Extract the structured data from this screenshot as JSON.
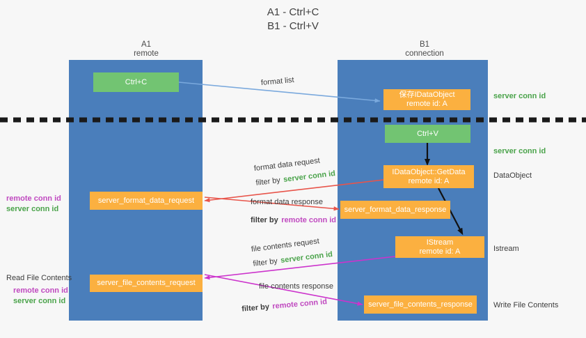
{
  "title": {
    "line1": "A1 - Ctrl+C",
    "line2": "B1 - Ctrl+V"
  },
  "colors": {
    "lane": "#4a7ebb",
    "box_orange": "#fbb040",
    "box_green": "#72c472",
    "server_conn_id": "#4aa34a",
    "remote_conn_id": "#c04ac0",
    "arrow_blue": "#7aa9dd",
    "arrow_red": "#e8544a",
    "arrow_magenta": "#cc33cc",
    "arrow_black": "#1a1a1a",
    "divider": "#1a1a1a",
    "background": "#f7f7f7"
  },
  "columns": [
    {
      "name": "A1",
      "sub": "remote"
    },
    {
      "name": "B1",
      "sub": "connection"
    }
  ],
  "boxes": {
    "ctrl_c": {
      "line1": "Ctrl+C"
    },
    "ctrl_v": {
      "line1": "Ctrl+V"
    },
    "save_idataobject": {
      "line1": "保存IDataObject",
      "line2": "remote id: A"
    },
    "getdata": {
      "line1": "IDataObject::GetData",
      "line2": "remote id: A"
    },
    "istream": {
      "line1": "IStream",
      "line2": "remote id: A"
    },
    "server_format_data_request": {
      "line1": "server_format_data_request"
    },
    "server_format_data_response": {
      "line1": "server_format_data_response"
    },
    "server_file_contents_request": {
      "line1": "server_file_contents_request"
    },
    "server_file_contents_response": {
      "line1": "server_file_contents_response"
    }
  },
  "edge_labels": {
    "format_list": "format list",
    "format_data_request": "format data request",
    "format_data_response": "format data response",
    "file_contents_request": "file contents request",
    "file_contents_response": "file contents response",
    "filter_by": "filter by",
    "server_conn_id": "server conn id",
    "remote_conn_id": "remote conn id"
  },
  "right_labels": {
    "server_conn_id_top": "server conn id",
    "server_conn_id_paste": "server conn id",
    "dataobject": "DataObject",
    "istream": "Istream",
    "write_file_contents": "Write File Contents"
  },
  "left_labels": {
    "remote_conn_id_1": "remote conn id",
    "server_conn_id_1": "server conn id",
    "read_file_contents": "Read File Contents",
    "remote_conn_id_2": "remote conn id",
    "server_conn_id_2": "server conn id"
  }
}
